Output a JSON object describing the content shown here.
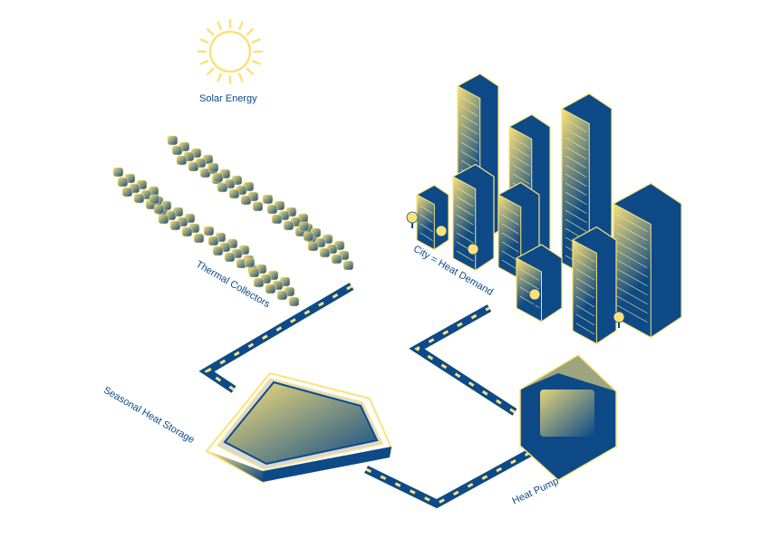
{
  "labels": {
    "solar": "Solar Energy",
    "collectors": "Thermal Collectors",
    "city": "City = Heat Demand",
    "storage": "Seasonal Heat Storage",
    "heat_pump": "Heat Pump"
  },
  "colors": {
    "navy": "#0d4a87",
    "yellow": "#fbe27a",
    "grey": "#d8d8d8"
  }
}
